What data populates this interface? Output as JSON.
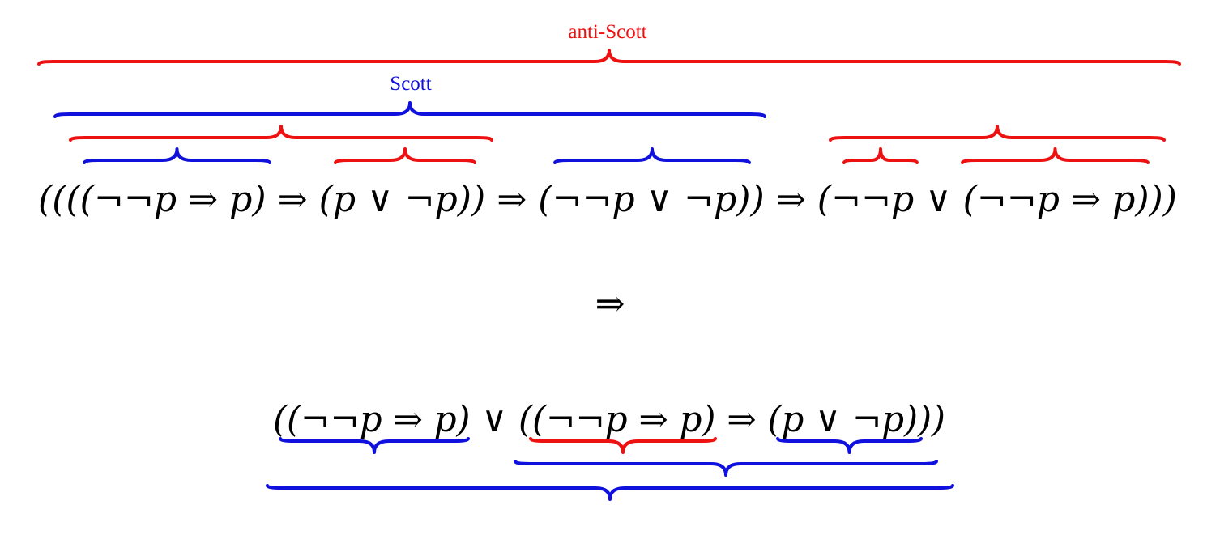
{
  "colors": {
    "red": "#ee1111",
    "blue": "#1111dd",
    "text": "#000000"
  },
  "labels": {
    "anti_scott": "anti-Scott",
    "scott": "Scott"
  },
  "formula": {
    "line1": "((((¬¬p ⇒ p) ⇒ (p ∨ ¬p)) ⇒ (¬¬p ∨ ¬p)) ⇒ (¬¬p ∨ (¬¬p ⇒ p)))",
    "implies": "⇒",
    "line2": "((¬¬p ⇒ p) ∨ ((¬¬p ⇒ p) ⇒ (p ∨ ¬p)))"
  }
}
